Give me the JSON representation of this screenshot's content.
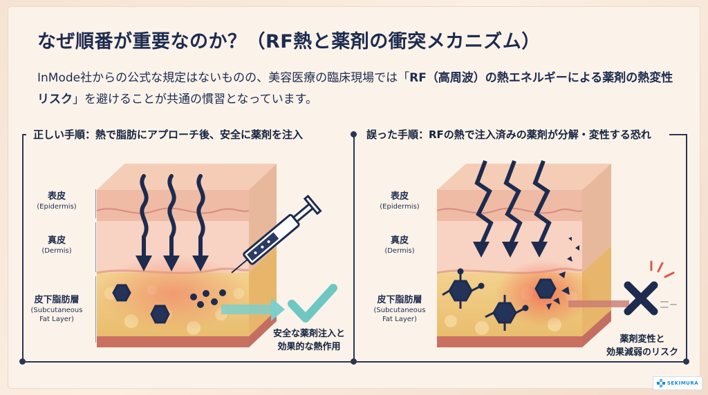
{
  "title": "なぜ順番が重要なのか？（RF熱と薬剤の衝突メカニズム）",
  "intro": {
    "part1": "InMode社からの公式な規定はないものの、美容医療の臨床現場では「",
    "bold1": "RF（高周波）の熱エネルギーによる薬剤の熱変性リスク",
    "part2": "」を避けることが共通の慣習となっています。"
  },
  "left": {
    "heading": "正しい手順：熱で脂肪にアプローチ後、安全に薬剤を注入",
    "caption_line1": "安全な薬剤注入と",
    "caption_line2": "効果的な熱作用"
  },
  "right": {
    "heading": "誤った手順：RFの熱で注入済みの薬剤が分解・変性する恐れ",
    "caption_line1": "薬剤変性と",
    "caption_line2": "効果減弱のリスク"
  },
  "layers": {
    "epidermis_jp": "表皮",
    "epidermis_en": "(Epidermis)",
    "dermis_jp": "真皮",
    "dermis_en": "(Dermis)",
    "fat_jp": "皮下脂肪層",
    "fat_en1": "(Subcutaneous",
    "fat_en2": "Fat Layer)"
  },
  "logo": "SEKIMURA",
  "colors": {
    "navy": "#1d2b4f",
    "teal": "#6ec7c3",
    "fat": "#f1cf87",
    "dermis": "#f6c6b4",
    "epidermis": "#efb9a1"
  },
  "icons": [
    "heat-wave-icon",
    "syringe-icon",
    "drug-molecule-icon",
    "check-icon",
    "lightning-icon",
    "cross-icon"
  ]
}
